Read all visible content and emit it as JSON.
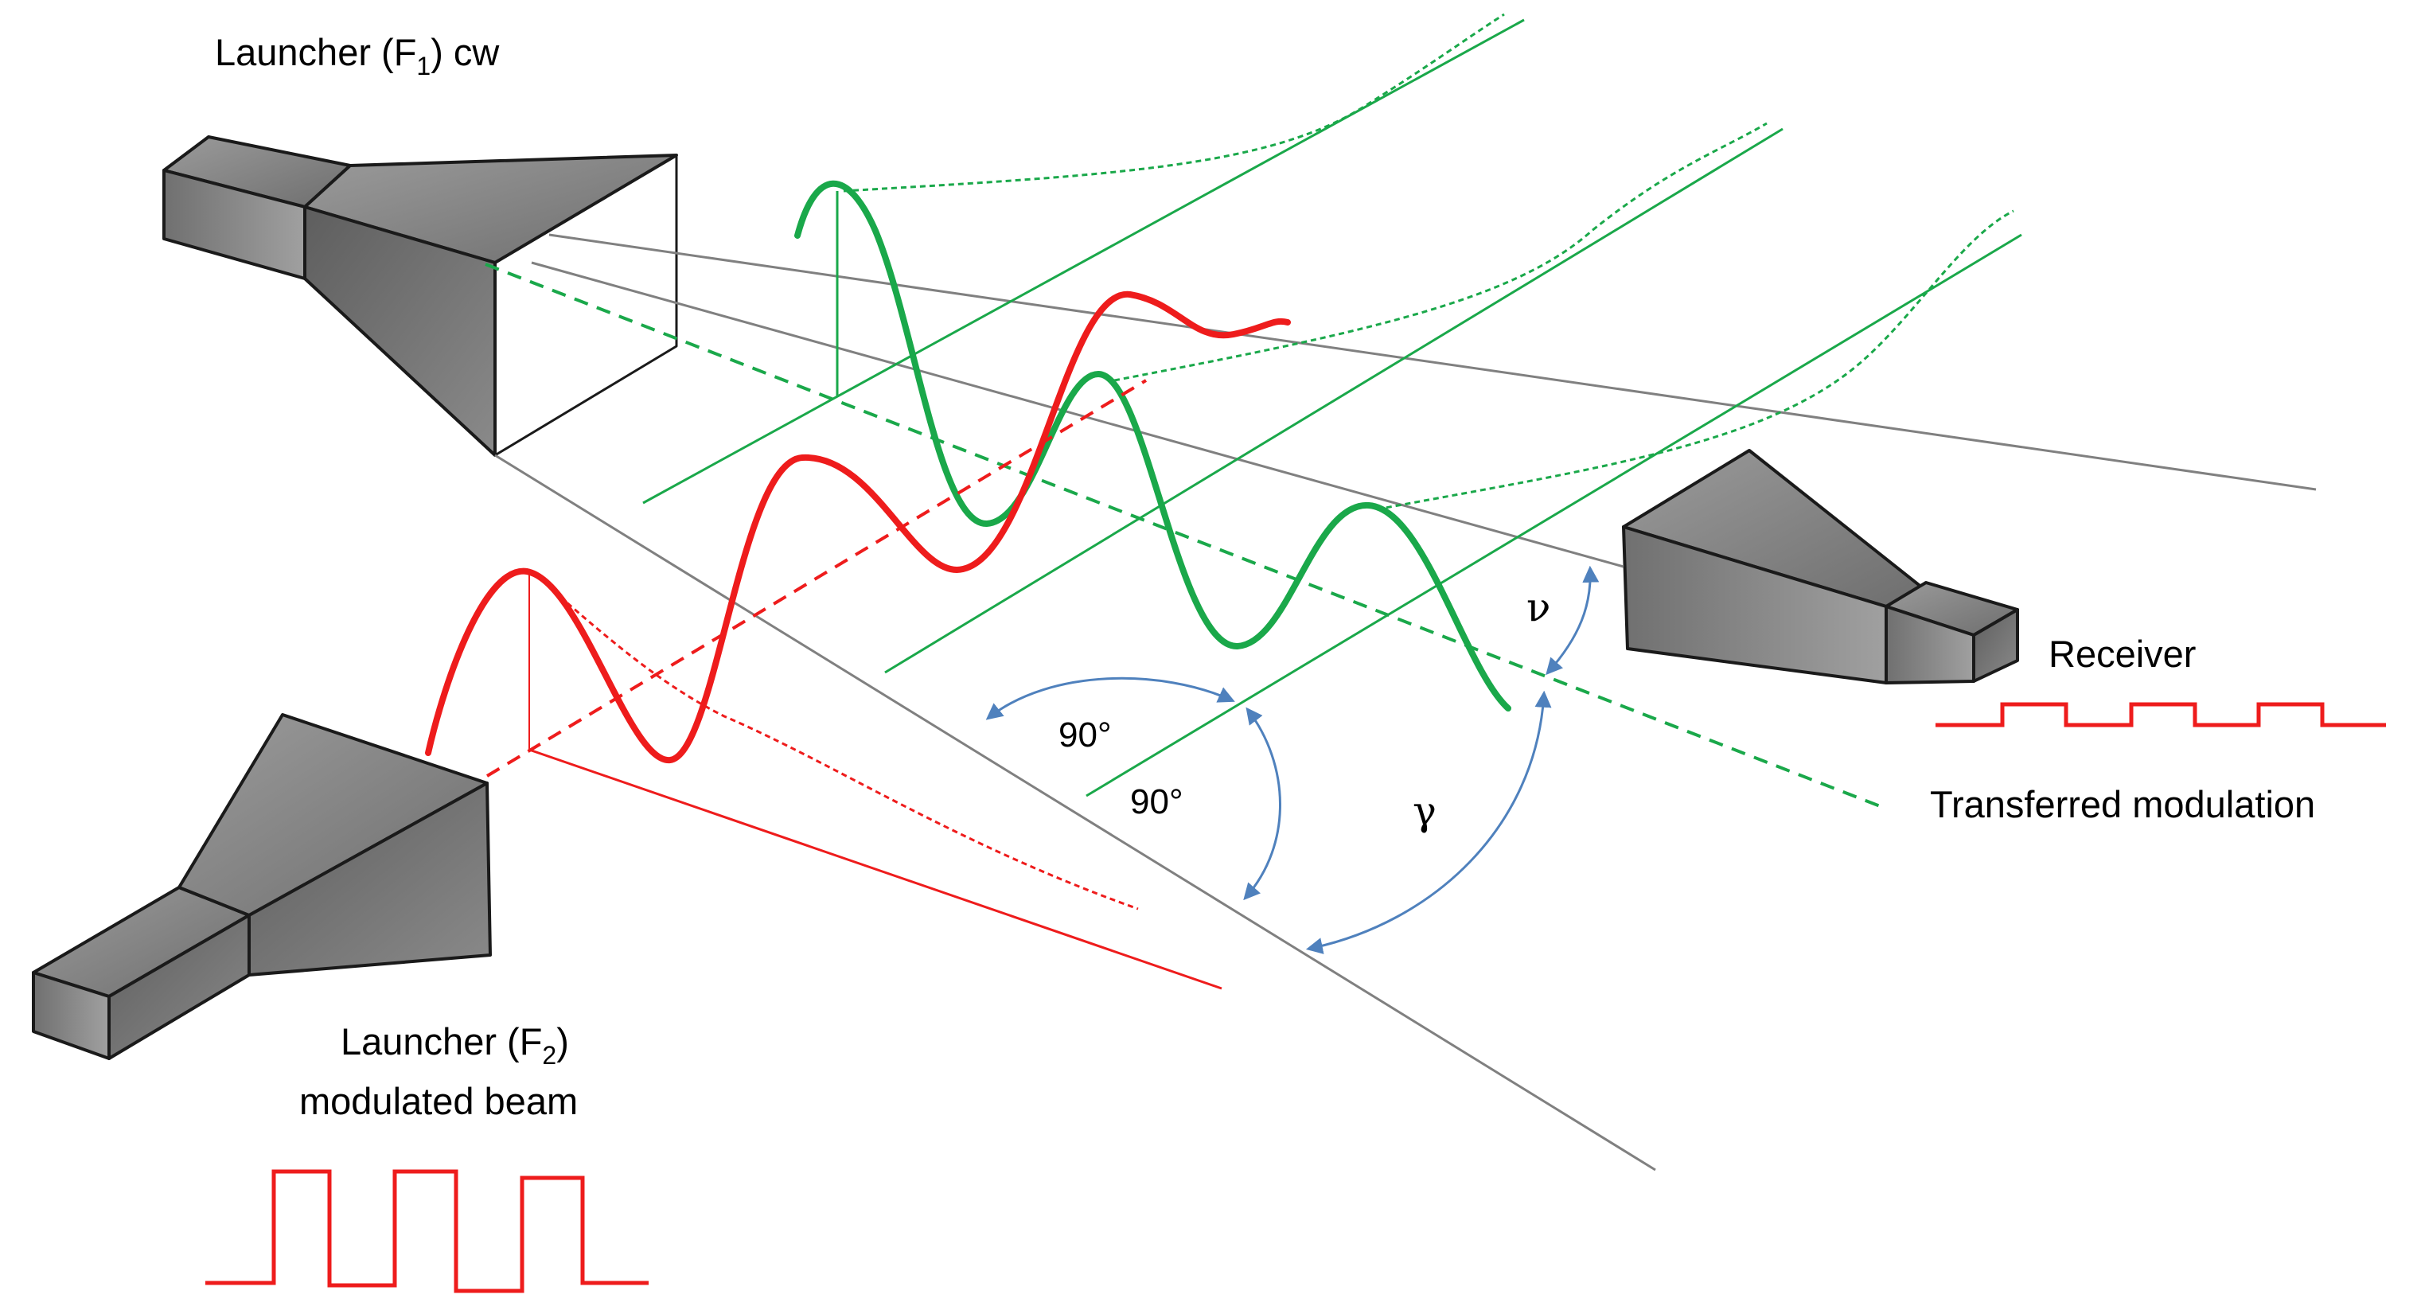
{
  "labels": {
    "launcher1": {
      "prefix": "Launcher (F",
      "sub": "1",
      "suffix": ") cw"
    },
    "launcher2": {
      "prefix": "Launcher (F",
      "sub": "2",
      "suffix": ")",
      "line2": "modulated beam"
    },
    "receiver": "Receiver",
    "transferred": "Transferred modulation",
    "angle_90_a": "90°",
    "angle_90_b": "90°",
    "gamma": "γ",
    "nu": "ν"
  },
  "colors": {
    "red": "#ee1c1c",
    "green": "#1aa84a",
    "gray": "#808080",
    "blue_arrow": "#4f81bd",
    "metal": "#7a7a7a"
  }
}
